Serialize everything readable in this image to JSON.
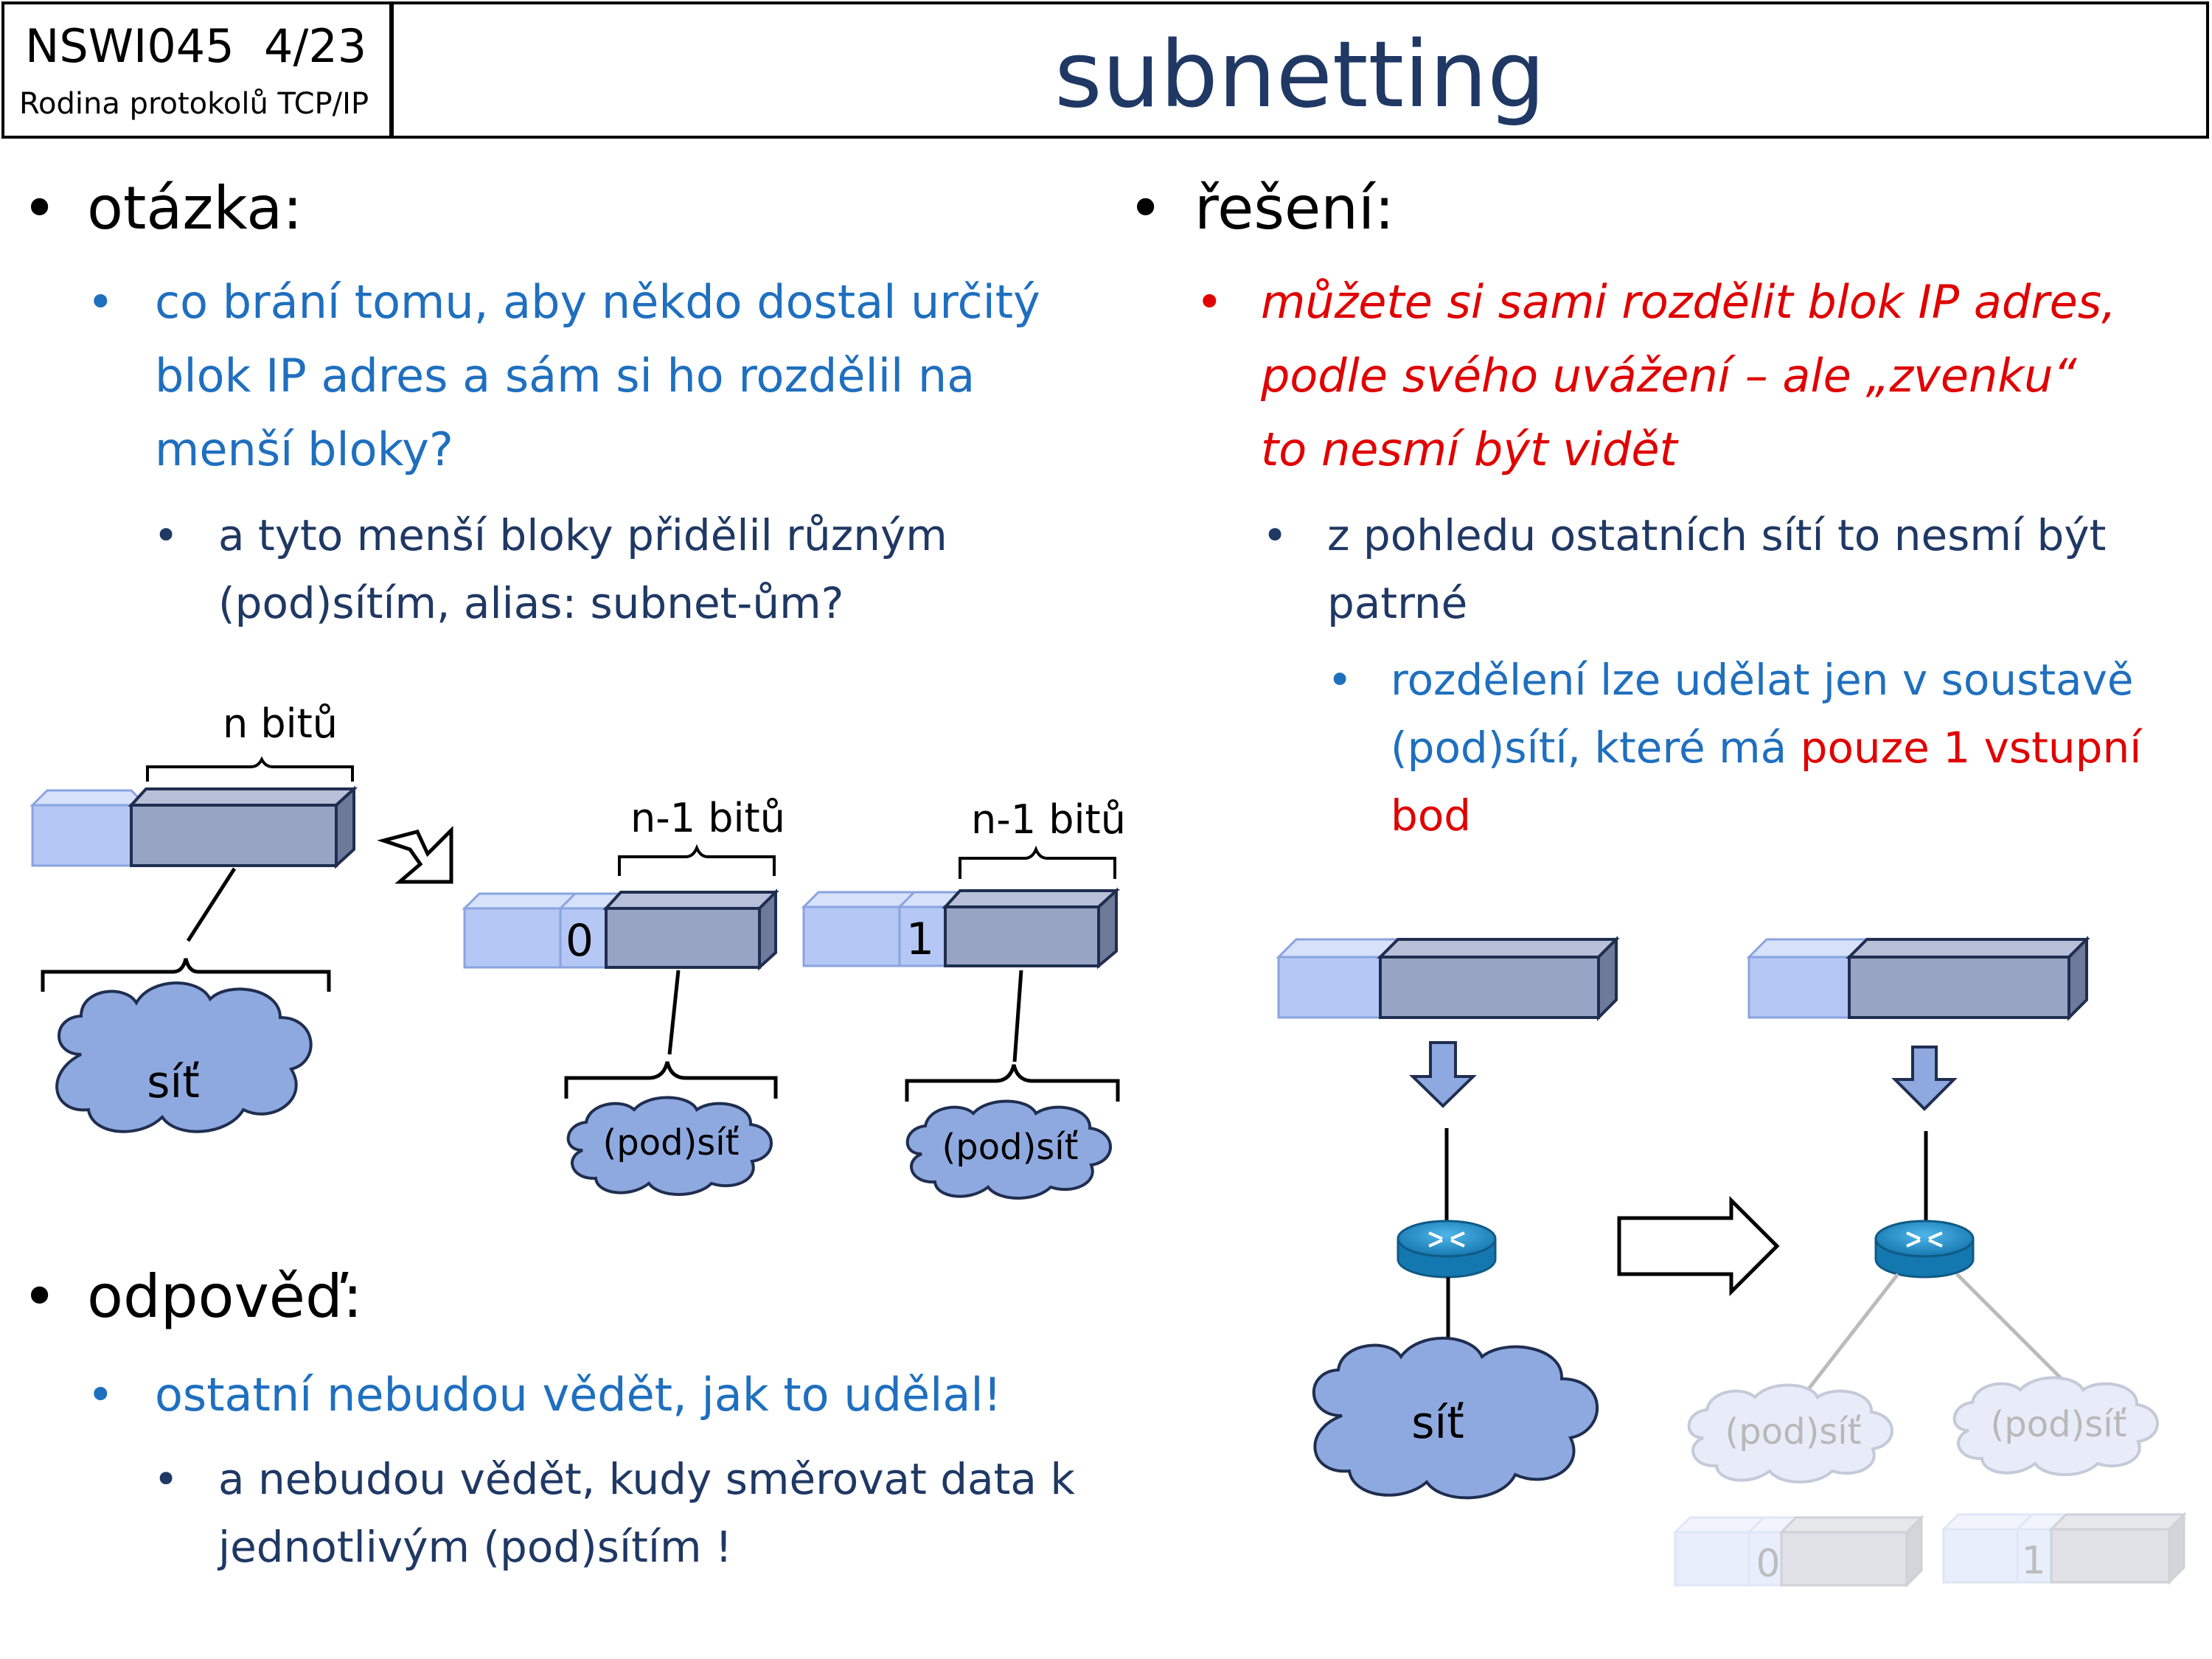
{
  "header": {
    "course": "NSWI045",
    "page": "4/23",
    "subtitle": "Rodina protokolů TCP/IP",
    "title": "subnetting"
  },
  "left": {
    "question_label": "otázka:",
    "question_lines": [
      "co brání tomu, aby někdo dostal určitý",
      "blok IP adres a sám si ho rozdělil na",
      "menší bloky?"
    ],
    "question_sub_lines": [
      "a tyto menší bloky přidělil různým",
      "(pod)sítím, alias: subnet-ům?"
    ],
    "answer_label": "odpověď:",
    "answer_line": "ostatní nebudou vědět, jak to udělal!",
    "answer_sub_lines": [
      "a nebudou vědět, kudy směrovat data k",
      "jednotlivým (pod)sítím !"
    ]
  },
  "right": {
    "solution_label": "řešení:",
    "solution_lines": [
      "můžete si sami rozdělit blok IP adres,",
      "podle svého uvážení – ale „zvenku“",
      "to nesmí být vidět"
    ],
    "solution_sub_lines": [
      "z pohledu ostatních sítí to nesmí být",
      "patrné"
    ],
    "detail_line1": "rozdělení lze udělat jen v soustavě",
    "detail_line2_blue": "(pod)sítí, které má ",
    "detail_line2_red": "pouze 1 vstupní",
    "detail_line3_red": "bod"
  },
  "diagram": {
    "n_bits": "n bitů",
    "n1_bits": "n-1 bitů",
    "network": "síť",
    "subnet": "(pod)síť",
    "bit0": "0",
    "bit1": "1"
  },
  "colors": {
    "title": "#1f3864",
    "blue_text": "#1f6fbf",
    "red_text": "#e00000",
    "light_block": "#b4c7f5",
    "dark_block": "#97a4c4",
    "cloud": "#8ea9e0",
    "router": "#1e90c8"
  }
}
